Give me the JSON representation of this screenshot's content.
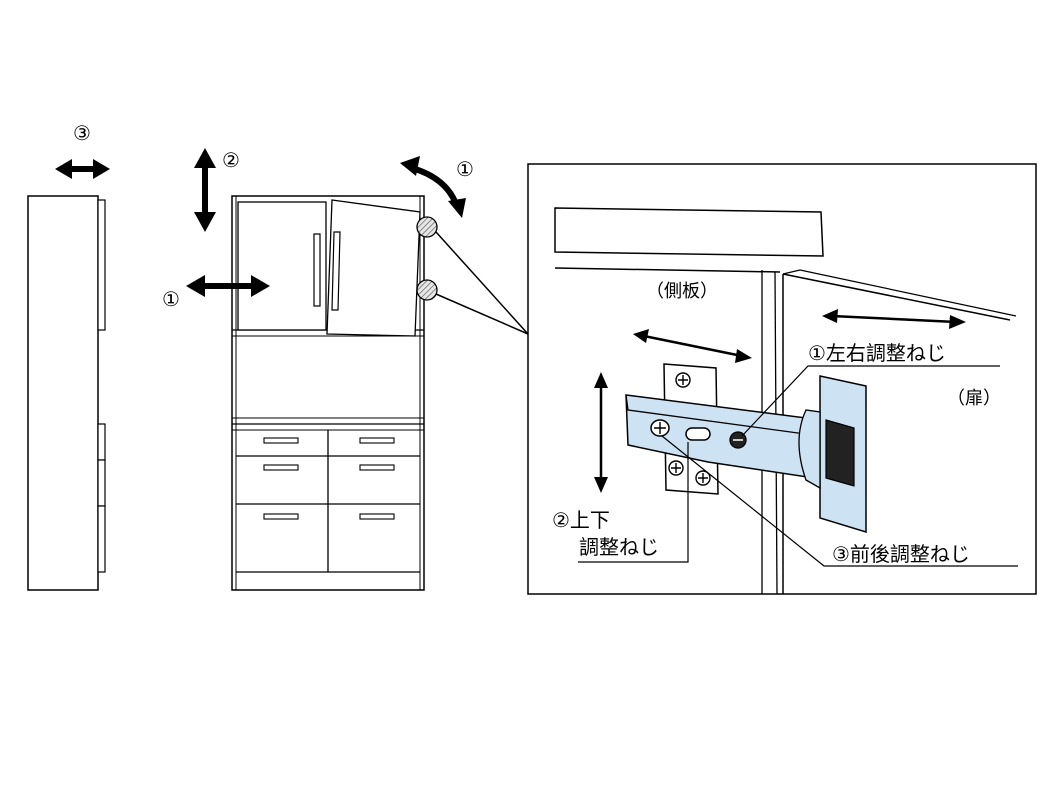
{
  "side_view": {
    "marker": "③"
  },
  "front_view": {
    "marker_vertical": "②",
    "marker_horizontal": "①",
    "marker_rotation": "①"
  },
  "detail": {
    "side_panel_label": "（側板）",
    "door_label": "（扉）",
    "screw_lr": "①左右調整ねじ",
    "screw_ud_line1": "②上下",
    "screw_ud_line2": "調整ねじ",
    "screw_fb": "③前後調整ねじ"
  },
  "colors": {
    "hinge_fill": "#cde2f3",
    "screw_hatch": "#b9b9b9",
    "line": "#000000"
  }
}
